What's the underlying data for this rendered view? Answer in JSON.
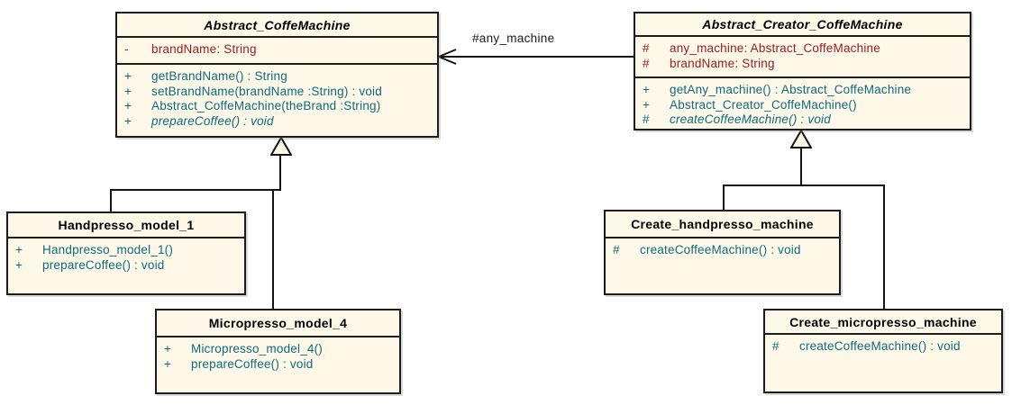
{
  "diagram": {
    "type": "uml-class-diagram",
    "title": ""
  },
  "colors": {
    "canvas_bg": "#FFFFFF",
    "box_fill": "#FDF8E8",
    "box_border": "#1C1C1C",
    "title_color": "#000000",
    "attr_color": "#981B1E",
    "method_color": "#0E6B7E",
    "line_color": "#141414",
    "label_color": "#1A1A1A"
  },
  "association": {
    "label": "#any_machine",
    "from": "Abstract_Creator_CoffeMachine",
    "to": "Abstract_CoffeMachine",
    "arrow_style": "open-arrowhead"
  },
  "generalizations": [
    {
      "child": "Handpresso_model_1",
      "parent": "Abstract_CoffeMachine"
    },
    {
      "child": "Micropresso_model_4",
      "parent": "Abstract_CoffeMachine"
    },
    {
      "child": "Create_handpresso_machine",
      "parent": "Abstract_Creator_CoffeMachine"
    },
    {
      "child": "Create_micropresso_machine",
      "parent": "Abstract_Creator_CoffeMachine"
    }
  ],
  "classes": [
    {
      "name": "Abstract_CoffeMachine",
      "abstract": true,
      "attributes": [
        {
          "vis": "-",
          "text": "brandName: String",
          "italic": false
        }
      ],
      "methods": [
        {
          "vis": "+",
          "text": "getBrandName() : String",
          "italic": false
        },
        {
          "vis": "+",
          "text": "setBrandName(brandName :String) : void",
          "italic": false
        },
        {
          "vis": "+",
          "text": "Abstract_CoffeMachine(theBrand :String)",
          "italic": false
        },
        {
          "vis": "+",
          "text": "prepareCoffee() : void",
          "italic": true
        }
      ]
    },
    {
      "name": "Abstract_Creator_CoffeMachine",
      "abstract": true,
      "attributes": [
        {
          "vis": "#",
          "text": "any_machine: Abstract_CoffeMachine",
          "italic": false
        },
        {
          "vis": "#",
          "text": "brandName: String",
          "italic": false
        }
      ],
      "methods": [
        {
          "vis": "+",
          "text": "getAny_machine() : Abstract_CoffeMachine",
          "italic": false
        },
        {
          "vis": "+",
          "text": "Abstract_Creator_CoffeMachine()",
          "italic": false
        },
        {
          "vis": "#",
          "text": "createCoffeeMachine() : void",
          "italic": true
        }
      ]
    },
    {
      "name": "Handpresso_model_1",
      "abstract": false,
      "attributes": [],
      "methods": [
        {
          "vis": "+",
          "text": "Handpresso_model_1()",
          "italic": false
        },
        {
          "vis": "+",
          "text": "prepareCoffee() : void",
          "italic": false
        }
      ]
    },
    {
      "name": "Micropresso_model_4",
      "abstract": false,
      "attributes": [],
      "methods": [
        {
          "vis": "+",
          "text": "Micropresso_model_4()",
          "italic": false
        },
        {
          "vis": "+",
          "text": "prepareCoffee() : void",
          "italic": false
        }
      ]
    },
    {
      "name": "Create_handpresso_machine",
      "abstract": false,
      "attributes": [],
      "methods": [
        {
          "vis": "#",
          "text": "createCoffeeMachine() : void",
          "italic": false
        }
      ]
    },
    {
      "name": "Create_micropresso_machine",
      "abstract": false,
      "attributes": [],
      "methods": [
        {
          "vis": "#",
          "text": "createCoffeeMachine() : void",
          "italic": false
        }
      ]
    }
  ]
}
